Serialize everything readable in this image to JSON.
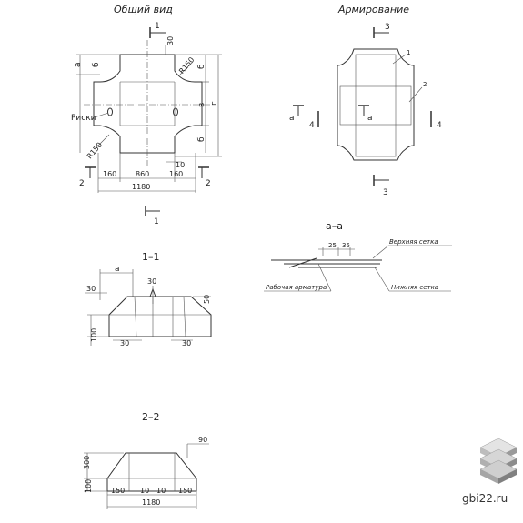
{
  "titles": {
    "general_view": "Общий вид",
    "reinforcement": "Армирование",
    "section_1_1": "1–1",
    "section_2_2": "2–2",
    "section_a_a": "а–а"
  },
  "plan_view": {
    "cut1_top": "1",
    "cut1_bottom": "1",
    "cut2_left": "2",
    "cut2_right": "2",
    "label_a": "а",
    "label_b": "б",
    "label_v": "в",
    "label_g": "г",
    "label_risk": "Риски",
    "radius_top": "R150",
    "radius_bottom": "R150",
    "dim_30": "30",
    "dim_160_left": "160",
    "dim_860": "860",
    "dim_160_right": "160",
    "dim_10": "10",
    "dim_1180": "1180"
  },
  "reinforcement_view": {
    "cut3_top": "3",
    "cut3_bottom": "3",
    "cut4_left": "4",
    "cut4_right": "4",
    "label_a_left": "а",
    "label_a_right": "а",
    "callout_1": "1",
    "callout_2": "2"
  },
  "section_aa": {
    "dim_25": "25",
    "dim_35": "35",
    "upper_mesh": "Верхняя сетка",
    "working_rebar": "Рабочая арматура",
    "lower_mesh": "Нижняя сетка"
  },
  "section_11": {
    "label_a": "а",
    "dim_30_top": "30",
    "dim_30_left": "30",
    "dim_50": "50",
    "dim_100": "100",
    "dim_30_bottom_left": "30",
    "dim_30_bottom_right": "30"
  },
  "section_22": {
    "dim_90": "90",
    "dim_300": "300",
    "dim_100": "100",
    "dim_150_left": "150",
    "dim_10_a": "10",
    "dim_10_b": "10",
    "dim_150_right": "150",
    "dim_1180": "1180"
  },
  "watermark": {
    "site": "gbi22.ru"
  },
  "colors": {
    "line": "#333333",
    "logo_light": "#dcdcdc",
    "logo_mid": "#b5b5b5",
    "logo_dark": "#8c8c8c"
  }
}
